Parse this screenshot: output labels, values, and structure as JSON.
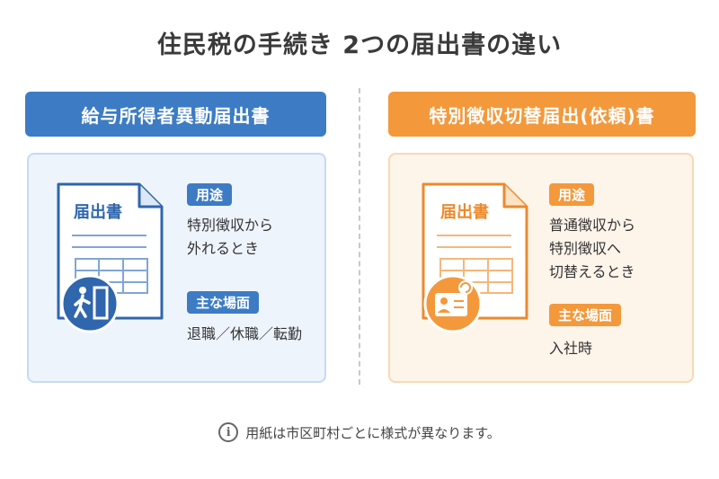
{
  "title": "住民税の手続き 2つの届出書の違い",
  "colors": {
    "blue": "#3d7cc4",
    "orange": "#f3993c"
  },
  "left": {
    "header": "給与所得者異動届出書",
    "doc_label": "届出書",
    "doc_icon": "exit-door-person-icon",
    "usage_tag": "用途",
    "usage_text": "特別徴収から\n外れるとき",
    "situation_tag": "主な場面",
    "situation_text": "退職／休職／転勤"
  },
  "right": {
    "header": "特別徴収切替届出(依頼)書",
    "doc_label": "届出書",
    "doc_icon": "id-card-switch-icon",
    "usage_tag": "用途",
    "usage_text": "普通徴収から\n特別徴収へ\n切替えるとき",
    "situation_tag": "主な場面",
    "situation_text": "入社時"
  },
  "footer": {
    "icon": "info-icon",
    "note": "用紙は市区町村ごとに様式が異なります。"
  }
}
